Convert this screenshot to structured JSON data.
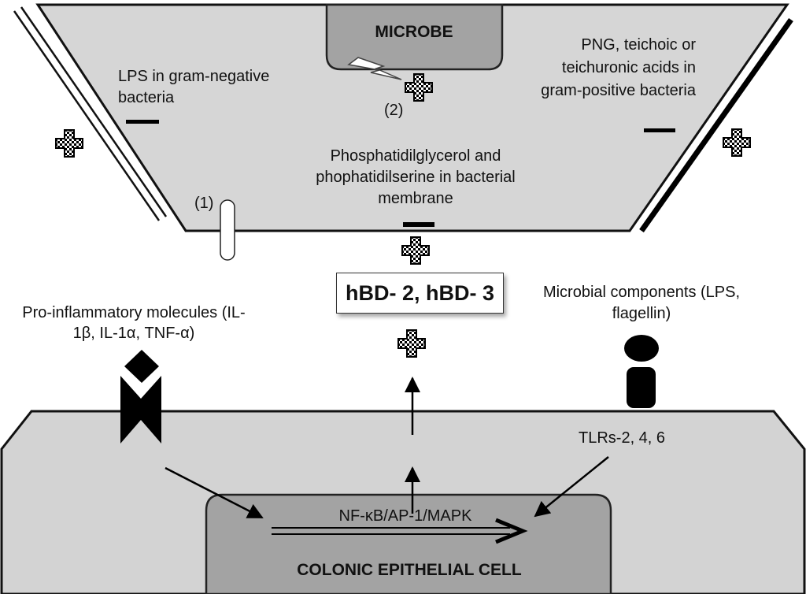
{
  "labels": {
    "microbe": "MICROBE",
    "lps_gram_negative": "LPS in gram-negative bacteria",
    "png_gram_positive": "PNG, teichoic or teichuronic acids in gram-positive bacteria",
    "membrane_lipids": "Phosphatidilglycerol and phophatidilserine in bacterial membrane",
    "step_1": "(1)",
    "step_2": "(2)",
    "defensins": "hBD- 2, hBD- 3",
    "pro_inflammatory": "Pro-inflammatory molecules (IL-1β, IL-1α, TNF-α)",
    "microbial_components": "Microbial components (LPS, flagellin)",
    "tlrs": "TLRs-2, 4, 6",
    "pathway": "NF-κB/AP-1/MAPK",
    "cell": "COLONIC EPITHELIAL CELL"
  },
  "colors": {
    "microbe_fill": "#d6d6d6",
    "microbe_box_fill": "#a3a3a3",
    "cell_fill": "#d3d3d3",
    "nucleus_fill": "#a3a3a3"
  }
}
